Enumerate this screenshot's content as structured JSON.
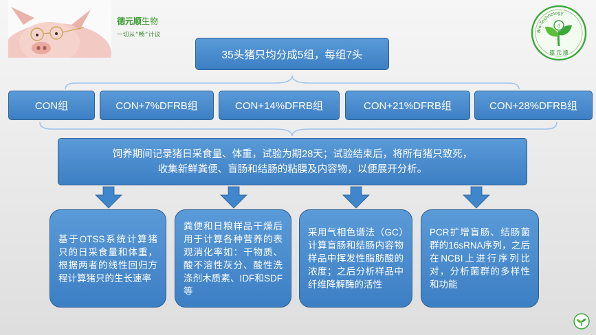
{
  "header": {
    "brand_name_bold": "德元顺",
    "brand_name_rest": "生物",
    "brand_slogan": "一切从“畅”计议",
    "logo_arc_text": "Bio-Technology",
    "logo_caption": "德  元  顺"
  },
  "colors": {
    "box_fill": "#4a8bd0",
    "box_border": "#2c5f94",
    "arrow": "#3f86cc",
    "brand_green": "#3a9a2e"
  },
  "flow": {
    "title": "35头猪只均分成5组，每组7头",
    "groups": [
      "CON组",
      "CON+7%DFRB组",
      "CON+14%DFRB组",
      "CON+21%DFRB组",
      "CON+28%DFRB组"
    ],
    "main_line1": "饲养期间记录猪日采食量、体重，试验为期28天；试验结束后，将所有猪只致死，",
    "main_line2": "收集新鲜粪便、盲肠和结肠的粘膜及内容物，以便展开分析。",
    "details": [
      "基于OTSS系统计算猪只的日采食量和体重，根据两者的线性回归方程计算猪只的生长速率",
      "粪便和日粮样品干燥后用于计算各种营养的表观消化率如：干物质、酸不溶性灰分、酸性洗涤剂木质素、IDF和SDF等",
      "采用气相色谱法（GC）计算盲肠和结肠内容物样品中挥发性脂肪酸的浓度；之后分析样品中纤维降解酶的活性",
      "PCR扩增盲肠、结肠菌群的16sRNA序列，之后在NCBI上进行序列比对，分析菌群的多样性和功能"
    ]
  }
}
